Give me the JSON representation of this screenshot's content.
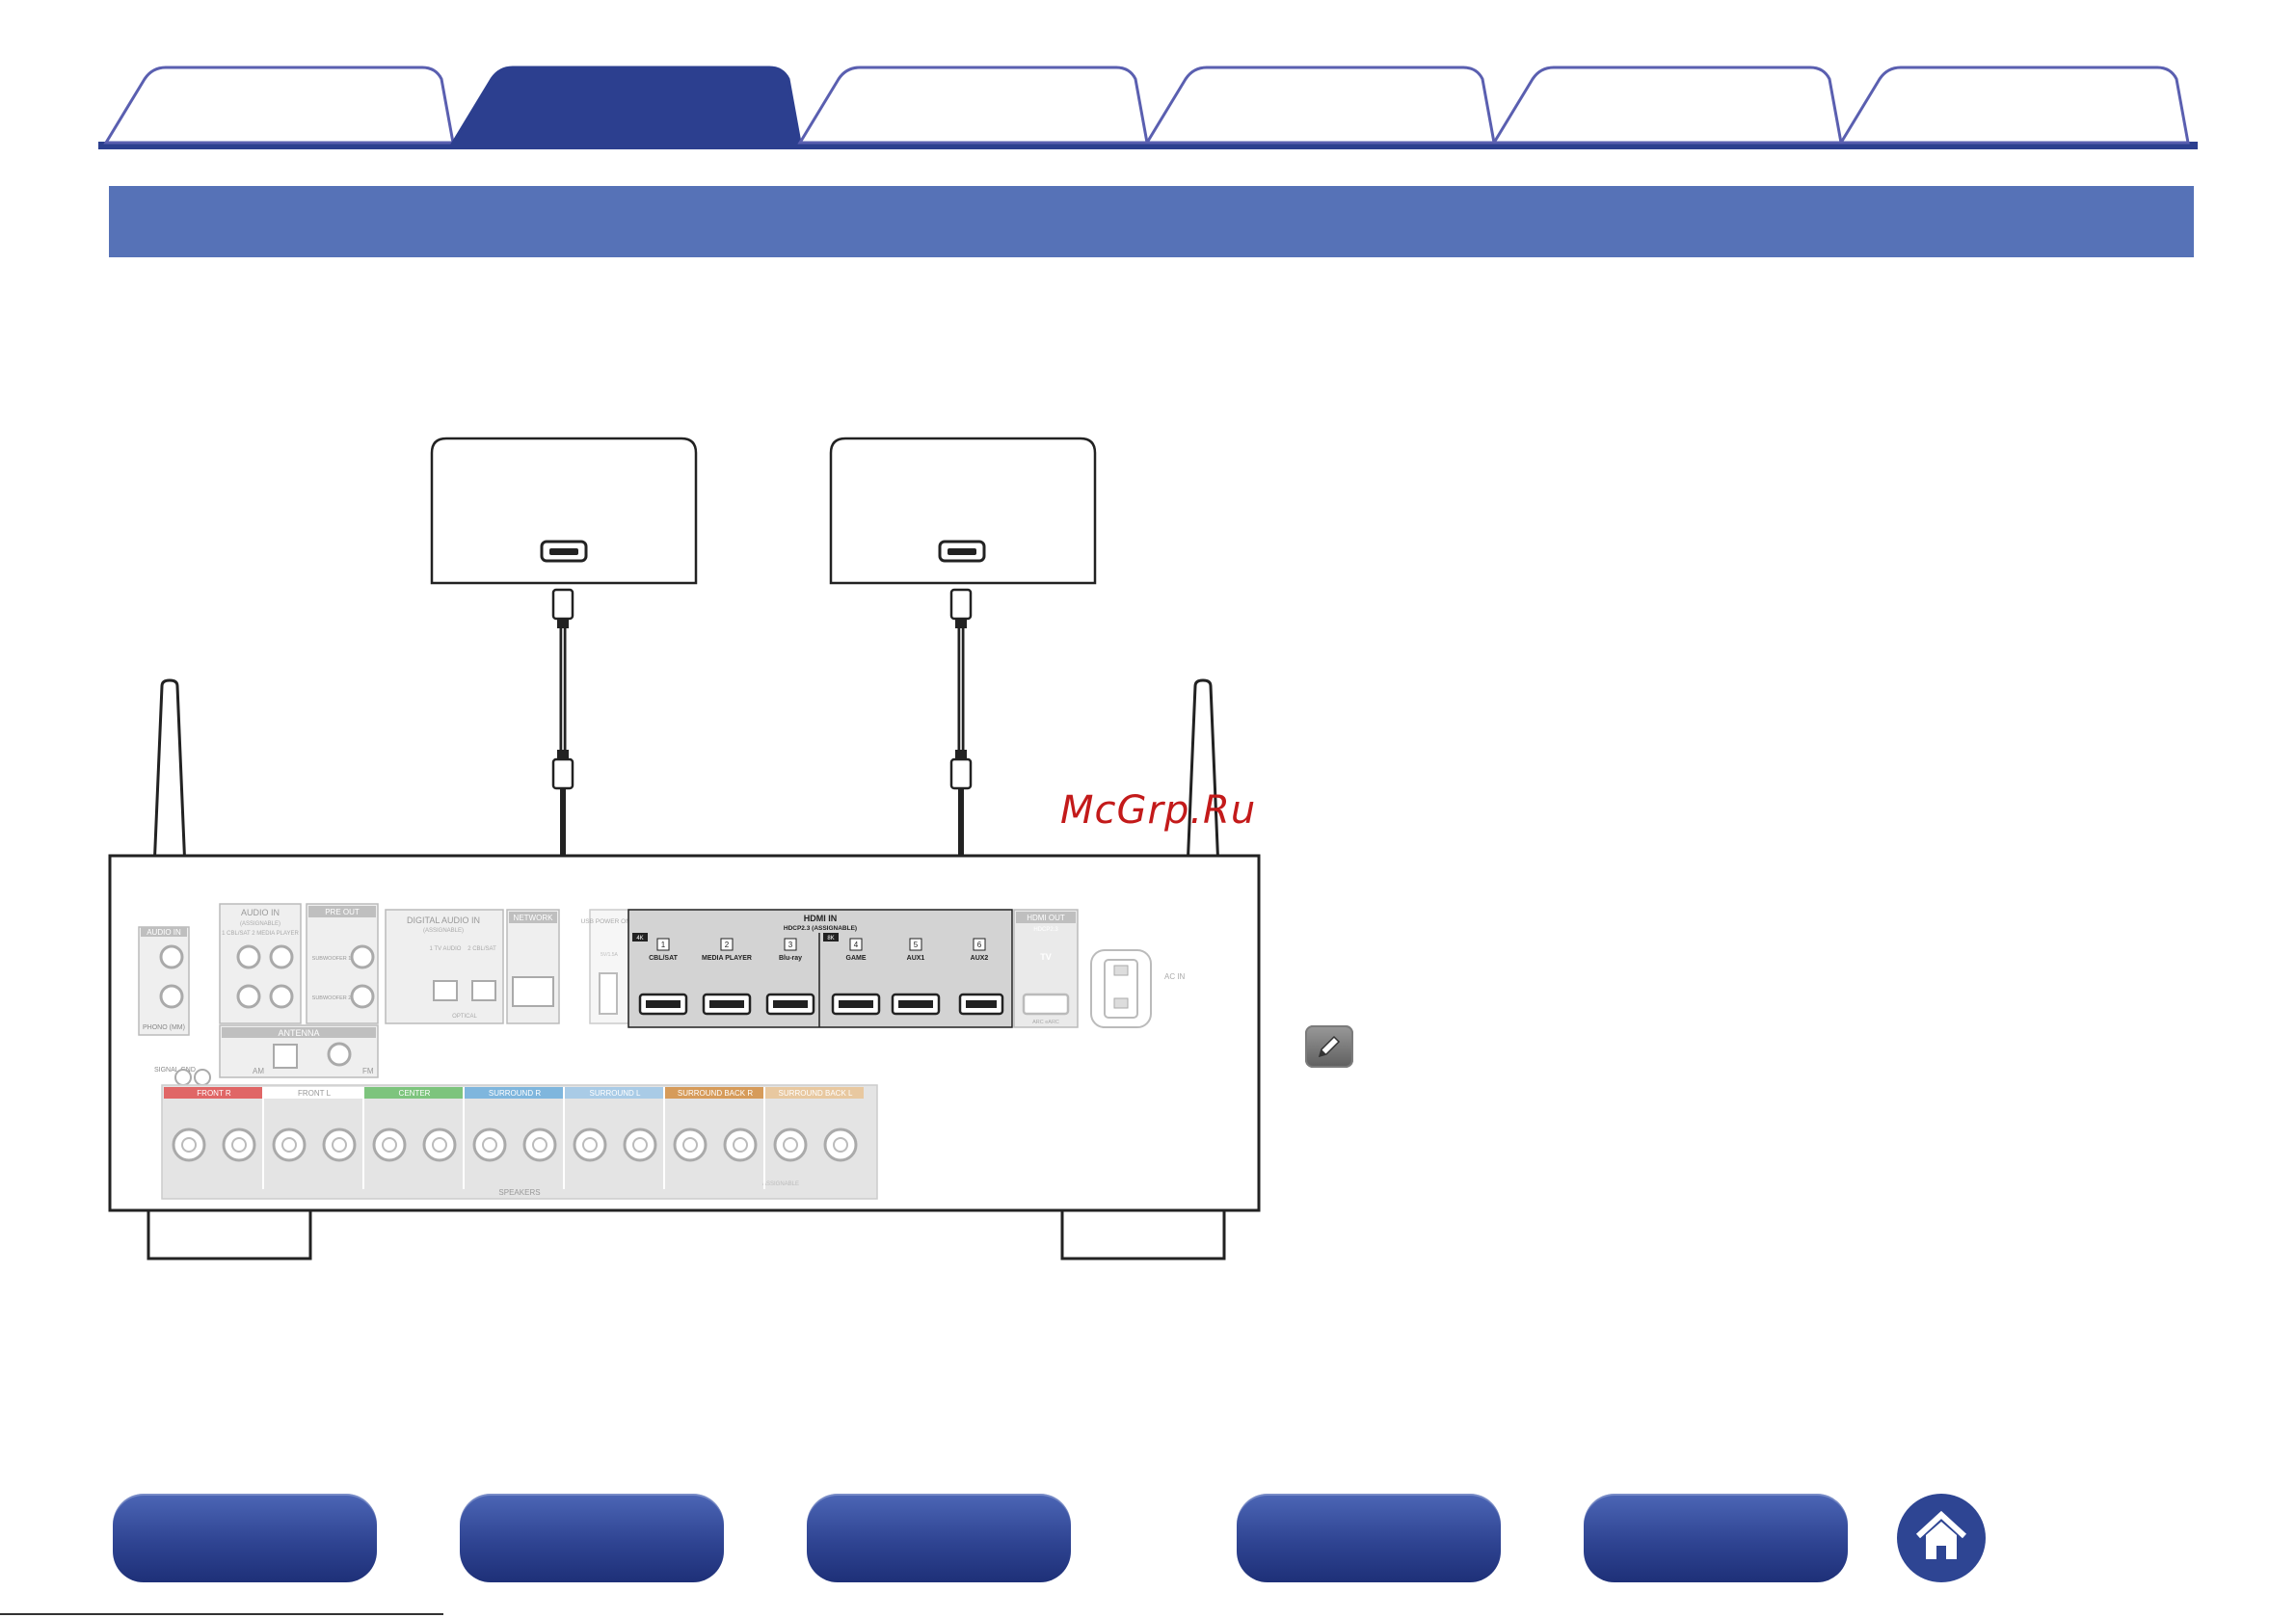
{
  "watermark": {
    "text": "McGrp.Ru"
  },
  "colors": {
    "tab_active": "#2c3f8f",
    "tab_border": "#5a5fb0",
    "banner": "#5672b7",
    "button": "#2f4492"
  },
  "receiver": {
    "audio_in": "AUDIO IN",
    "audio_assignable": "AUDIO IN",
    "assignable": "(ASSIGNABLE)",
    "cbl_sat_media": "1 CBL/SAT  2 MEDIA PLAYER",
    "pre_out": "PRE OUT",
    "subwoofer1": "SUBWOOFER 1",
    "subwoofer2": "SUBWOOFER 2",
    "digital_audio": "DIGITAL AUDIO IN",
    "digital_assignable": "(ASSIGNABLE)",
    "tv_audio": "1 TV AUDIO",
    "cbl_sat_opt": "2 CBL/SAT",
    "optical": "OPTICAL",
    "network": "NETWORK",
    "usb": "USB POWER ONLY",
    "usb_5v": "5V/1.5A",
    "hdmi_in": "HDMI IN",
    "hdcp_in": "HDCP2.3 (ASSIGNABLE)",
    "hdmi_out": "HDMI OUT",
    "hdcp_out": "HDCP2.3",
    "tv": "TV",
    "arc": "ARC eARC",
    "ac_in": "AC IN",
    "phono": "PHONO (MM)",
    "signal_gnd": "SIGNAL GND",
    "antenna": "ANTENNA",
    "am": "AM",
    "fm": "FM",
    "speakers": "SPEAKERS",
    "speaker_assignable": "ASSIGNABLE",
    "badge_4k": "4K",
    "badge_8k": "8K",
    "hdmi_ports": [
      {
        "num": "1",
        "name": "CBL/SAT"
      },
      {
        "num": "2",
        "name": "MEDIA PLAYER"
      },
      {
        "num": "3",
        "name": "Blu-ray"
      },
      {
        "num": "4",
        "name": "GAME"
      },
      {
        "num": "5",
        "name": "AUX1"
      },
      {
        "num": "6",
        "name": "AUX2"
      }
    ],
    "speaker_groups": [
      {
        "label": "FRONT R",
        "color": "#e06666"
      },
      {
        "label": "FRONT L",
        "color": "#ffffff"
      },
      {
        "label": "CENTER",
        "color": "#7dc47d"
      },
      {
        "label": "SURROUND R",
        "color": "#7fb6dd"
      },
      {
        "label": "SURROUND L",
        "color": "#a9cbe6"
      },
      {
        "label": "SURROUND BACK R",
        "color": "#d69b5a"
      },
      {
        "label": "SURROUND BACK L",
        "color": "#e8c8a0"
      }
    ]
  }
}
